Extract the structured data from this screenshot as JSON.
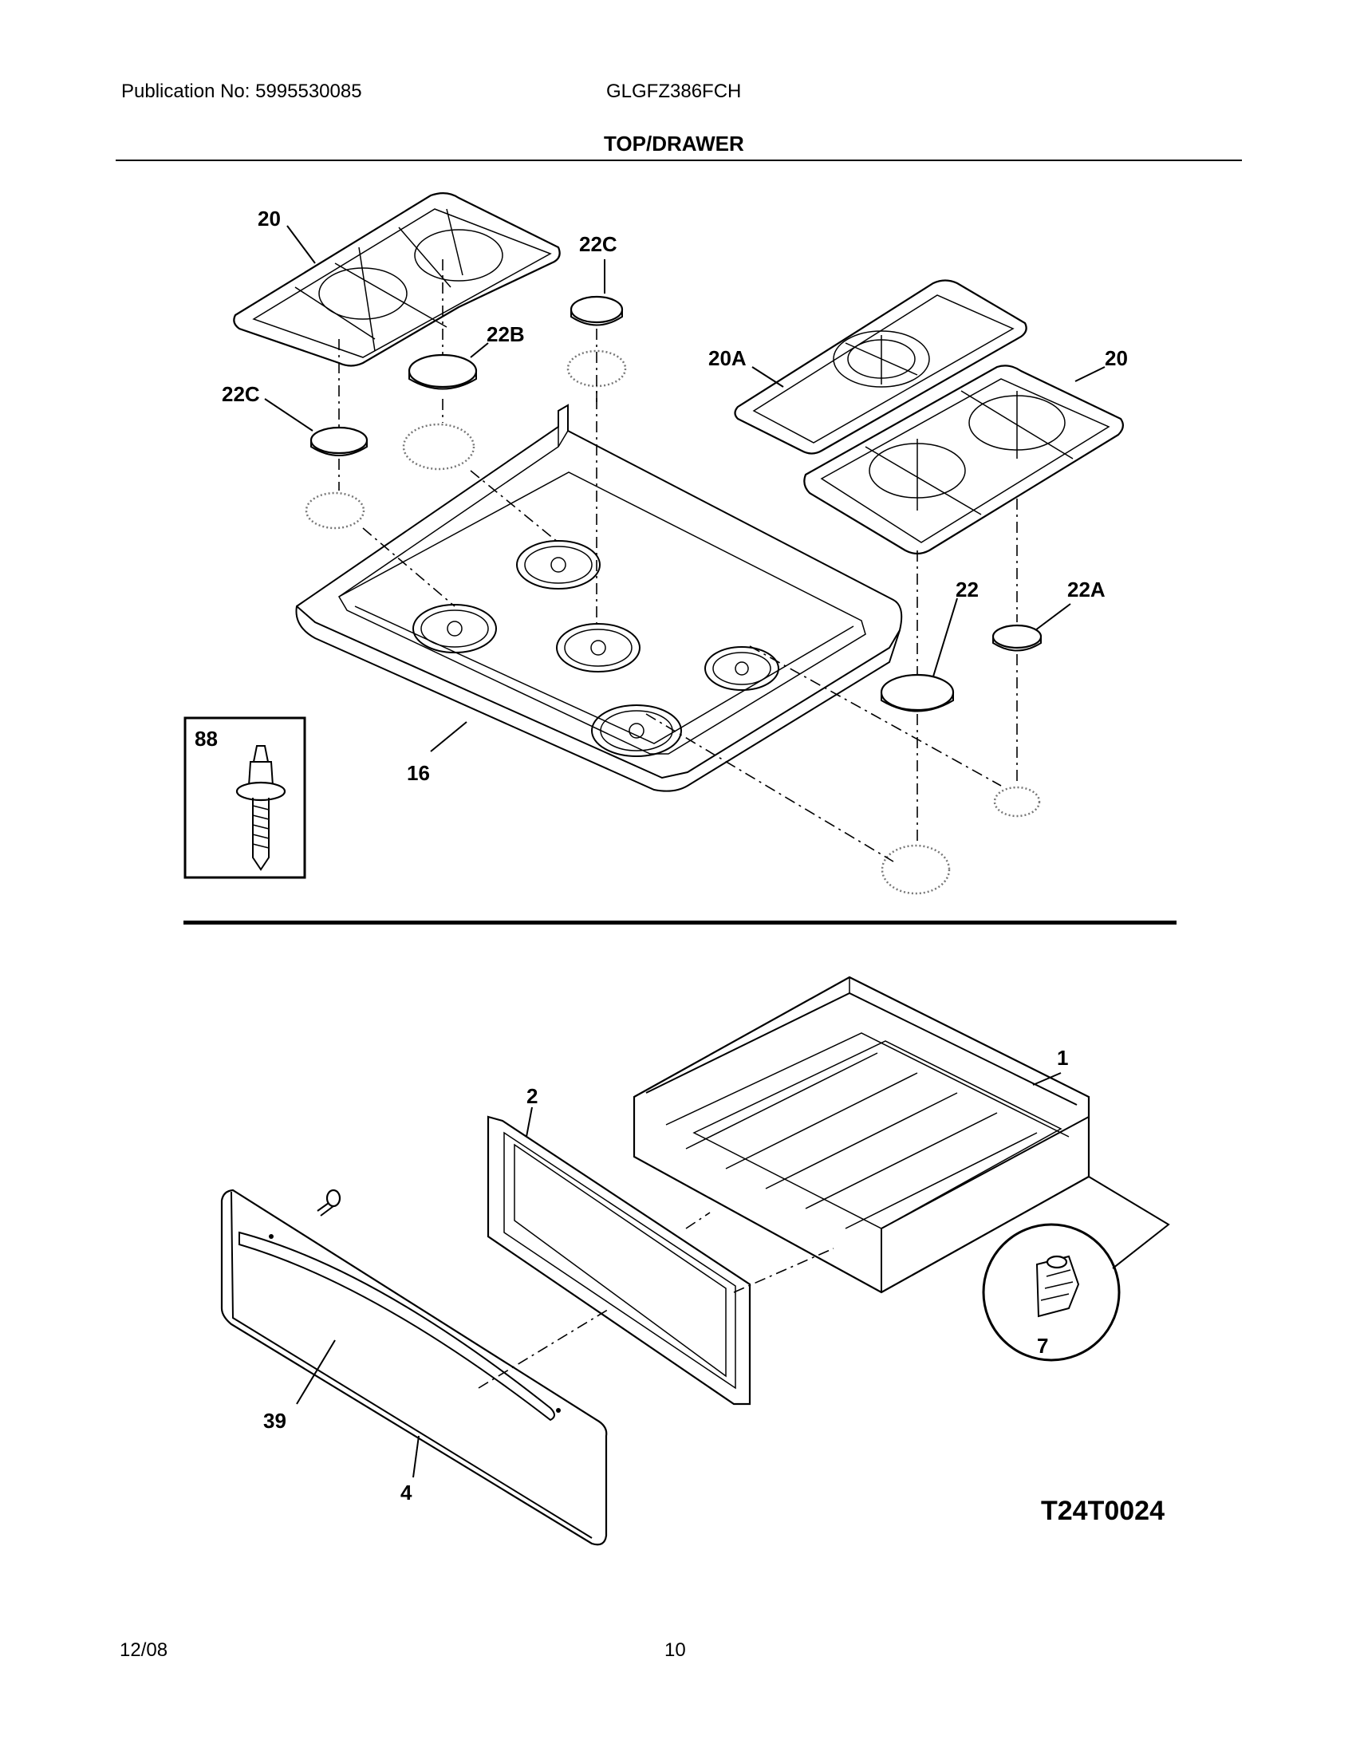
{
  "header": {
    "publication": "Publication No: 5995530085",
    "model": "GLGFZ386FCH",
    "title": "TOP/DRAWER"
  },
  "diagram": {
    "callouts_top": [
      "20",
      "22C",
      "22B",
      "22C",
      "20A",
      "20",
      "22",
      "22A",
      "88",
      "16"
    ],
    "callouts_bottom": [
      "1",
      "2",
      "7",
      "39",
      "4"
    ],
    "figure_code": "T24T0024"
  },
  "footer": {
    "date": "12/08",
    "page": "10"
  }
}
